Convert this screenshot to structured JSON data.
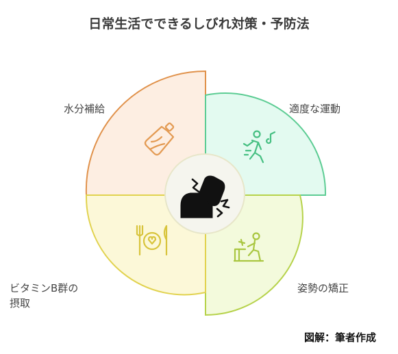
{
  "title": "日常生活でできるしびれ対策・予防法",
  "quadrants": [
    {
      "label": "水分補給",
      "icon": "water-bottle-icon",
      "fill": "#fdeee2",
      "stroke": "#e0914a",
      "iconColor": "#e39a52"
    },
    {
      "label": "適度な運動",
      "icon": "running-person-icon",
      "fill": "#e3faf0",
      "stroke": "#5ccc93",
      "iconColor": "#46bf82"
    },
    {
      "label": "姿勢の矯正",
      "icon": "person-at-desk-icon",
      "fill": "#f3fadc",
      "stroke": "#b6d24a",
      "iconColor": "#a9c640"
    },
    {
      "label": "ビタミンB群の",
      "label2": "摂取",
      "icon": "plate-and-cutlery-icon",
      "fill": "#fcf8d8",
      "stroke": "#e1d24e",
      "iconColor": "#d8c43c"
    }
  ],
  "center": {
    "icon": "numbness-hands-icon",
    "fill": "#f5f5ee",
    "stroke": "#e7e6c9",
    "iconColor": "#111111"
  },
  "credit": "図解：筆者作成"
}
